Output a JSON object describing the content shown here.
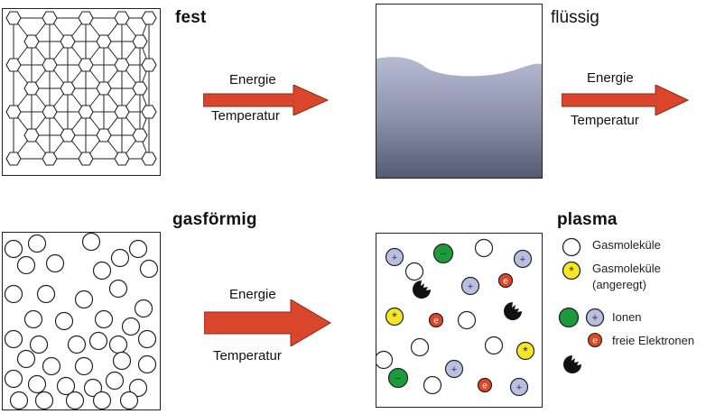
{
  "states": {
    "solid": "fest",
    "liquid": "flüssig",
    "gas": "gasförmig",
    "plasma": "plasma"
  },
  "arrows": [
    {
      "top": "Energie",
      "bottom": "Temperatur"
    },
    {
      "top": "Energie",
      "bottom": "Temperatur"
    },
    {
      "top": "Energie",
      "bottom": "Temperatur"
    }
  ],
  "legend": {
    "gas_molecules": "Gasmoleküle",
    "excited_line1": "Gasmoleküle",
    "excited_line2": "(angeregt)",
    "ions": "Ionen",
    "electrons": "freie Elektronen"
  },
  "particle_symbols": {
    "plus": "+",
    "minus": "−",
    "electron": "e",
    "excited": "*"
  },
  "colors": {
    "arrow": "#d9462b",
    "ion_positive": "#b9bfe0",
    "ion_negative": "#1e9a3c",
    "excited": "#f5e626",
    "electron": "#d9482a",
    "liquid_top": "#aeb3cd",
    "liquid_bottom": "#5a5f79"
  }
}
